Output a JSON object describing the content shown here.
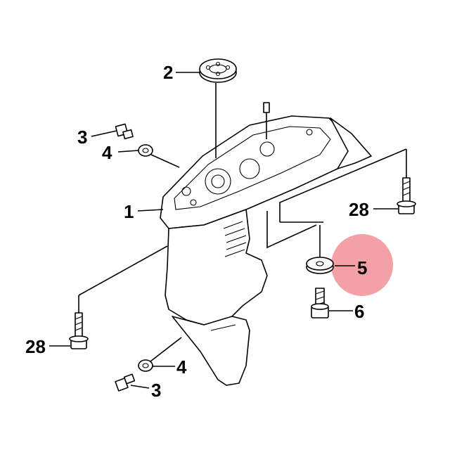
{
  "diagram": {
    "highlight_color": "#f0808a",
    "line_color": "#000000",
    "callouts": {
      "bearing": "2",
      "bolt_top": "3",
      "washer_top": "4",
      "housing": "1",
      "bolt_right": "28",
      "grommet": "5",
      "screw": "6",
      "bolt_left": "28",
      "washer_bottom": "4",
      "bolt_bottom": "3"
    }
  }
}
